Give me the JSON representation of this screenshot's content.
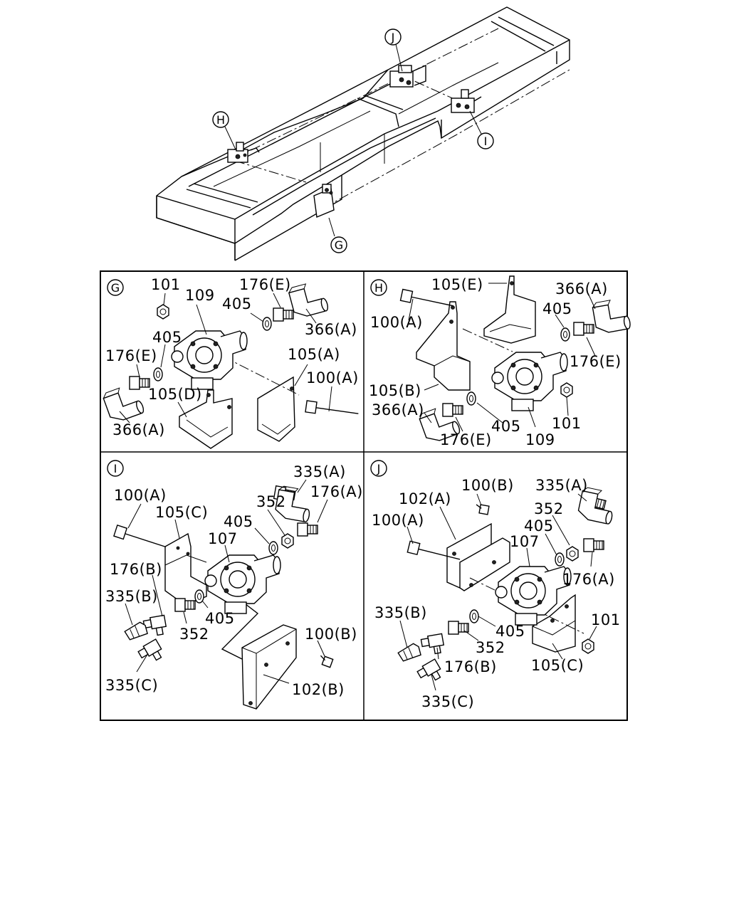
{
  "overview": {
    "markers": [
      "J",
      "H",
      "I",
      "G"
    ]
  },
  "panels": {
    "G": {
      "title": "G",
      "labels": [
        "101",
        "109",
        "176(E)",
        "405",
        "366(A)",
        "405",
        "176(E)",
        "105(A)",
        "105(D)",
        "100(A)",
        "366(A)"
      ]
    },
    "H": {
      "title": "H",
      "labels": [
        "105(E)",
        "366(A)",
        "100(A)",
        "405",
        "176(E)",
        "105(B)",
        "366(A)",
        "101",
        "405",
        "176(E)",
        "109"
      ]
    },
    "I": {
      "title": "I",
      "labels": [
        "335(A)",
        "100(A)",
        "176(A)",
        "352",
        "105(C)",
        "405",
        "107",
        "176(B)",
        "335(B)",
        "405",
        "352",
        "100(B)",
        "335(C)",
        "102(B)"
      ]
    },
    "J": {
      "title": "J",
      "labels": [
        "100(B)",
        "335(A)",
        "102(A)",
        "352",
        "100(A)",
        "405",
        "107",
        "176(A)",
        "335(B)",
        "101",
        "405",
        "352",
        "176(B)",
        "105(C)",
        "335(C)"
      ]
    }
  }
}
